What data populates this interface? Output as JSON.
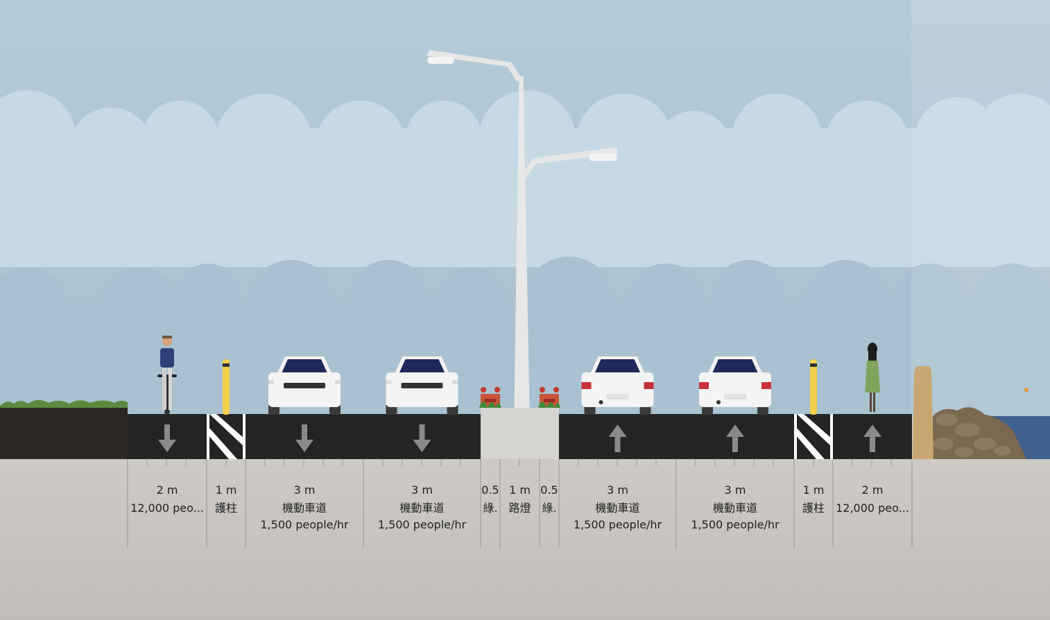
{
  "colors": {
    "sky": "#b9ced9",
    "cloud": "#cbdde8",
    "asphalt": "#242424",
    "median": "#d7d5d2",
    "ground": "#c9c6c2",
    "soil": "#2a2622",
    "grass": "#5a8a3c",
    "car": "#f4f4f4",
    "pole": "#e6e6e6",
    "bollard": "#f3d04a",
    "water": "#3e5f8e",
    "rock": "#7d6a52",
    "wall": "#c9a874"
  },
  "segments": [
    {
      "width": "2 m",
      "name": "12,000 peo...",
      "capacity": "",
      "content": "scooter-rider",
      "lane": "sidewalk",
      "arrow": "down"
    },
    {
      "width": "1 m",
      "name": "護柱",
      "capacity": "",
      "content": "bollard",
      "lane": "buffer",
      "arrow": ""
    },
    {
      "width": "3 m",
      "name": "機動車道",
      "capacity": "1,500 people/hr",
      "content": "car-front",
      "lane": "drive-lane",
      "arrow": "down"
    },
    {
      "width": "3 m",
      "name": "機動車道",
      "capacity": "1,500 people/hr",
      "content": "car-front",
      "lane": "drive-lane",
      "arrow": "down"
    },
    {
      "width": "0.5",
      "name": "綠.",
      "capacity": "",
      "content": "planter",
      "lane": "median",
      "arrow": ""
    },
    {
      "width": "1 m",
      "name": "路燈",
      "capacity": "",
      "content": "street-light",
      "lane": "median",
      "arrow": ""
    },
    {
      "width": "0.5",
      "name": "綠.",
      "capacity": "",
      "content": "planter",
      "lane": "median",
      "arrow": ""
    },
    {
      "width": "3 m",
      "name": "機動車道",
      "capacity": "1,500 people/hr",
      "content": "car-rear",
      "lane": "drive-lane",
      "arrow": "up"
    },
    {
      "width": "3 m",
      "name": "機動車道",
      "capacity": "1,500 people/hr",
      "content": "car-rear",
      "lane": "drive-lane",
      "arrow": "up"
    },
    {
      "width": "1 m",
      "name": "護柱",
      "capacity": "",
      "content": "bollard",
      "lane": "buffer",
      "arrow": ""
    },
    {
      "width": "2 m",
      "name": "12,000 peo...",
      "capacity": "",
      "content": "pedestrian",
      "lane": "sidewalk",
      "arrow": "up"
    }
  ],
  "left_edge": "grass-soil",
  "right_edge": "seawall-rocks-water"
}
